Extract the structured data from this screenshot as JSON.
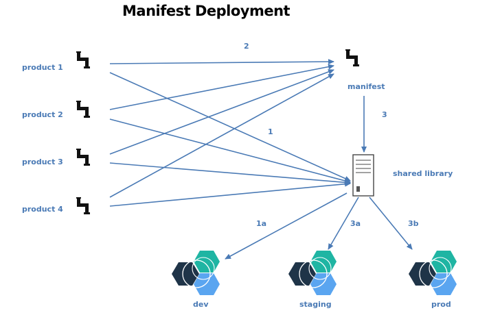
{
  "title": "Manifest Deployment",
  "products": [
    "product 1",
    "product 2",
    "product 3",
    "product 4"
  ],
  "manifest_label": "manifest",
  "shared_library_label": "shared library",
  "environments": [
    "dev",
    "staging",
    "prod"
  ],
  "edge_labels": {
    "e2": "2",
    "e1": "1",
    "e3": "3",
    "e1a": "1a",
    "e3a": "3a",
    "e3b": "3b"
  },
  "icons": {
    "product": "pipe-icon",
    "manifest": "pipe-icon",
    "shared_library": "server-icon",
    "environment": "hexagon-cluster-icon"
  },
  "colors": {
    "arrow": "#4a7ab5",
    "label": "#4a7ab5",
    "hex_teal": "#1fb5a3",
    "hex_navy": "#1f3448",
    "hex_blue": "#5aa5f0"
  }
}
